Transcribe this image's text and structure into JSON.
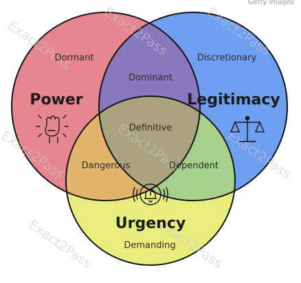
{
  "credit": "Getty Images",
  "watermark": "Exact2Pass",
  "colors": {
    "power": "#e7868f",
    "legitimacy": "#6f9ff0",
    "urgency": "#e8ee7c",
    "outline": "#111111"
  },
  "circles": {
    "power": {
      "title": "Power",
      "region": "Dormant",
      "icon": "raised-fist-icon"
    },
    "legitimacy": {
      "title": "Legitimacy",
      "region": "Discretionary",
      "icon": "balance-scale-icon"
    },
    "urgency": {
      "title": "Urgency",
      "region": "Demanding",
      "icon": "alarm-bell-icon"
    }
  },
  "overlaps": {
    "power_legitimacy": "Dominant",
    "power_urgency": "Dangerous",
    "legitimacy_urgency": "Dependent",
    "all": "Definitive"
  }
}
